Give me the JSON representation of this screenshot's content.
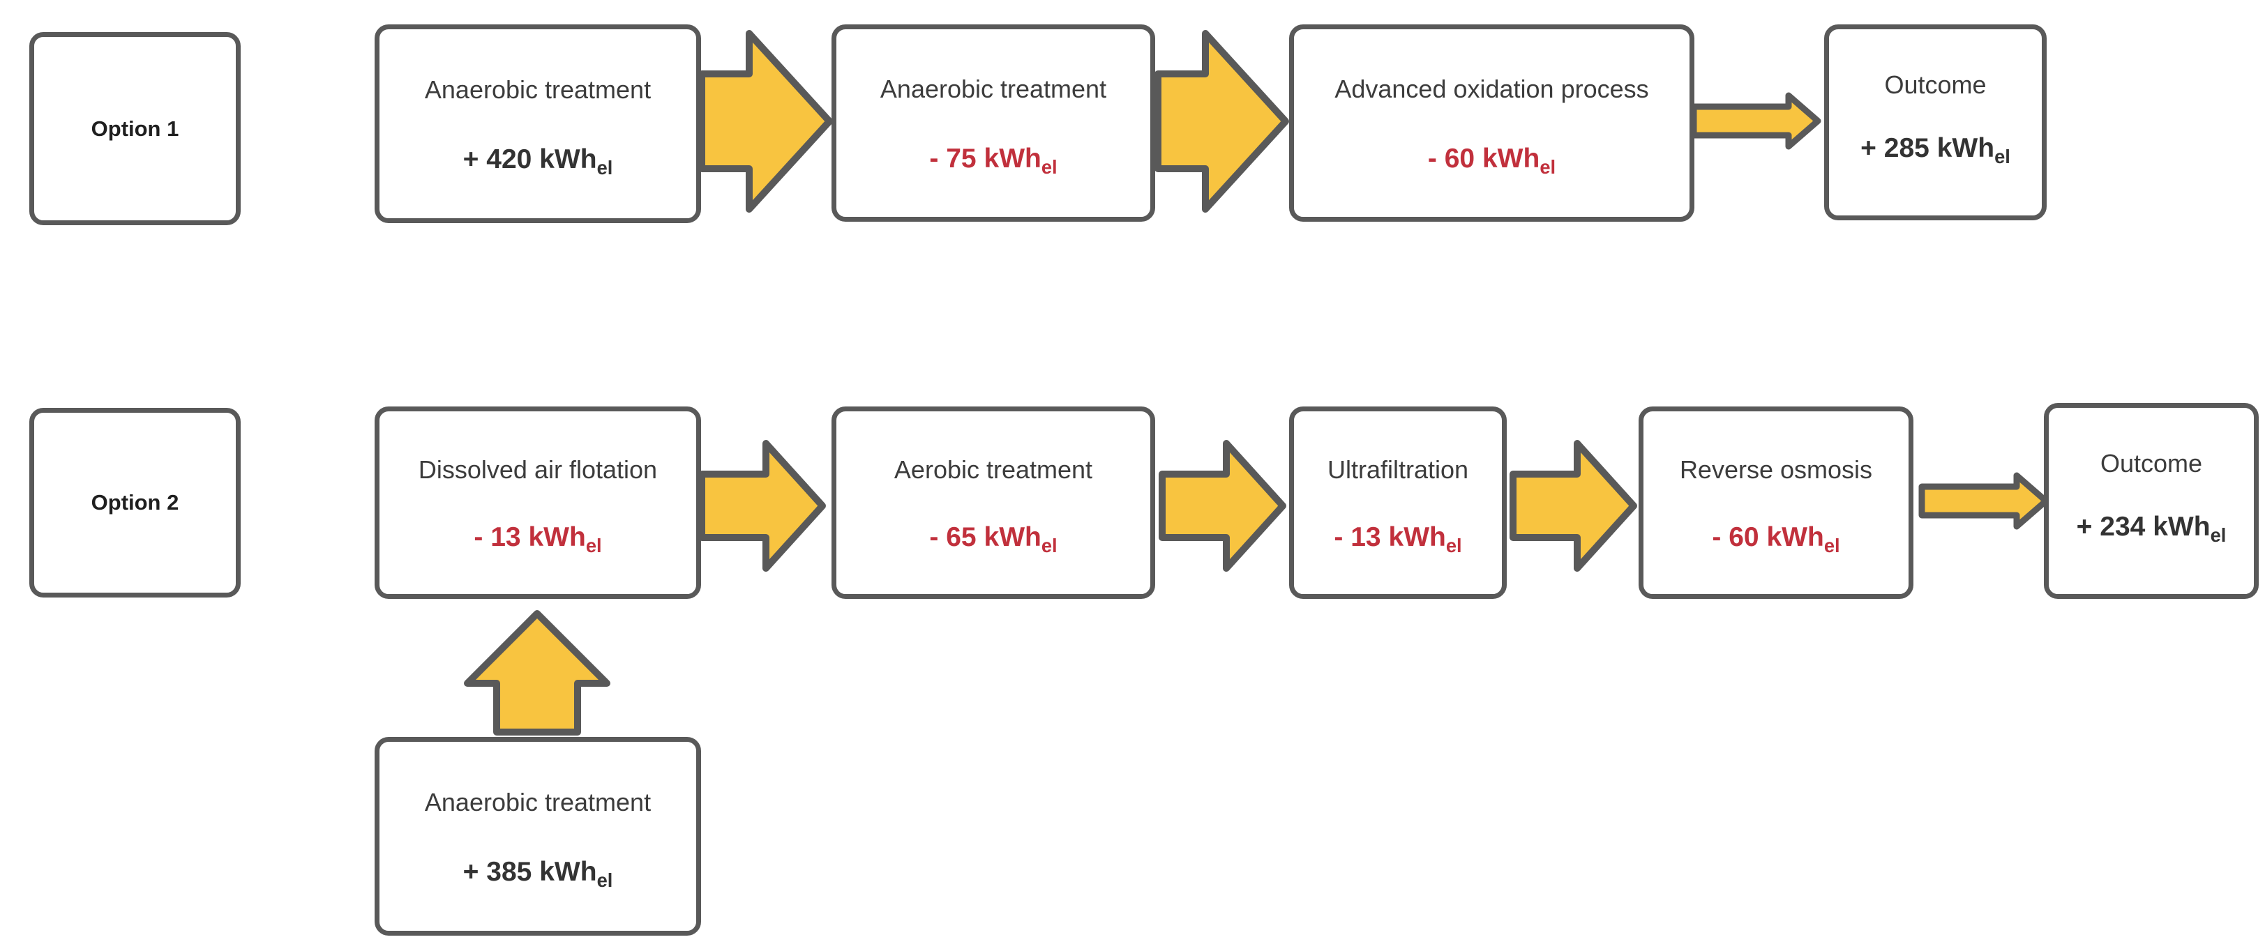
{
  "colors": {
    "background": "#FFFFFF",
    "box_fill": "#FFFFFF",
    "box_border": "#595959",
    "arrow_fill": "#F8C440",
    "arrow_stroke": "#595959",
    "text_title": "#3C3C3C",
    "text_positive": "#333333",
    "text_negative": "#C1303C",
    "text_option": "#1F1F1F"
  },
  "unit": {
    "label": "kWh",
    "sub": "el"
  },
  "options": {
    "option1": "Option 1",
    "option2": "Option 2"
  },
  "nodes": {
    "r1_step1": {
      "title": "Anaerobic treatment",
      "value": "+ 420",
      "polarity": "positive"
    },
    "r1_step2": {
      "title": "Anaerobic treatment",
      "value": "- 75",
      "polarity": "negative"
    },
    "r1_step3": {
      "title": "Advanced oxidation process",
      "value": "- 60",
      "polarity": "negative"
    },
    "r1_outcome": {
      "title": "Outcome",
      "value": "+ 285",
      "polarity": "positive"
    },
    "r2_step1": {
      "title": "Dissolved air flotation",
      "value": "- 13",
      "polarity": "negative"
    },
    "r2_step2": {
      "title": "Aerobic treatment",
      "value": "- 65",
      "polarity": "negative"
    },
    "r2_step3": {
      "title": "Ultrafiltration",
      "value": "- 13",
      "polarity": "negative"
    },
    "r2_step4": {
      "title": "Reverse osmosis",
      "value": "- 60",
      "polarity": "negative"
    },
    "r2_outcome": {
      "title": "Outcome",
      "value": "+ 234",
      "polarity": "positive"
    },
    "r2_input": {
      "title": "Anaerobic treatment",
      "value": "+ 385",
      "polarity": "positive"
    }
  }
}
